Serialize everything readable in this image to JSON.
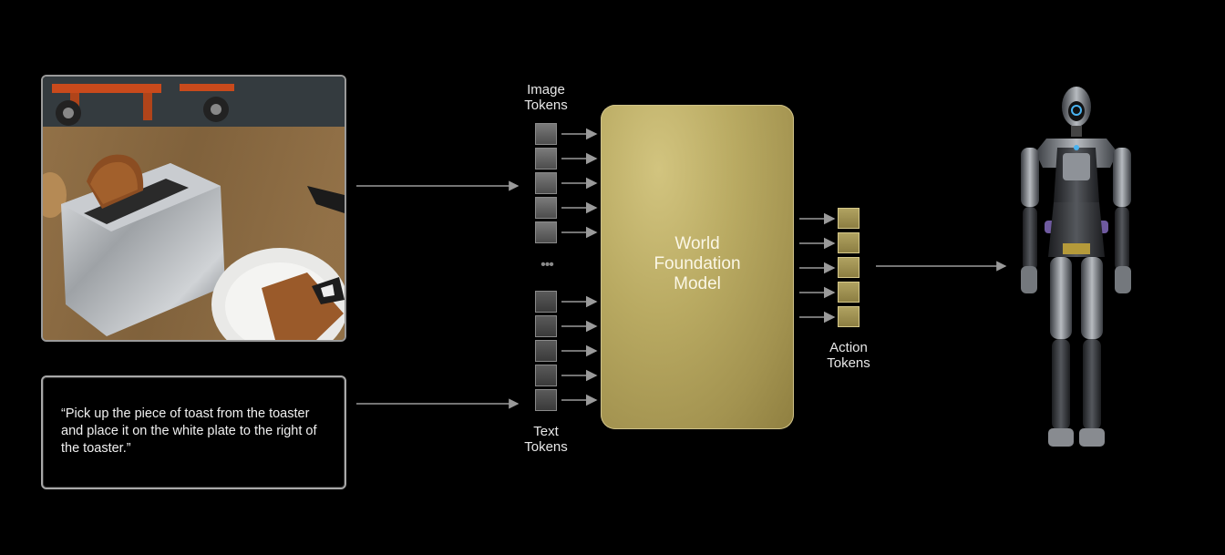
{
  "diagram": {
    "prompt_text": "“Pick up the piece of toast from the toaster and place it on the white plate to the right of the toaster.”",
    "image_tokens_label": [
      "Image",
      "Tokens"
    ],
    "text_tokens_label": [
      "Text",
      "Tokens"
    ],
    "action_tokens_label": [
      "Action",
      "Tokens"
    ],
    "model_title": [
      "World",
      "Foundation",
      "Model"
    ],
    "ellipsis": "•••",
    "image_token_count": 5,
    "text_token_count": 5,
    "action_token_count": 5
  },
  "colors": {
    "background": "#000000",
    "model_fill": "#b9aa62",
    "action_token": "#a39350",
    "arrow": "#9a9a9a"
  }
}
